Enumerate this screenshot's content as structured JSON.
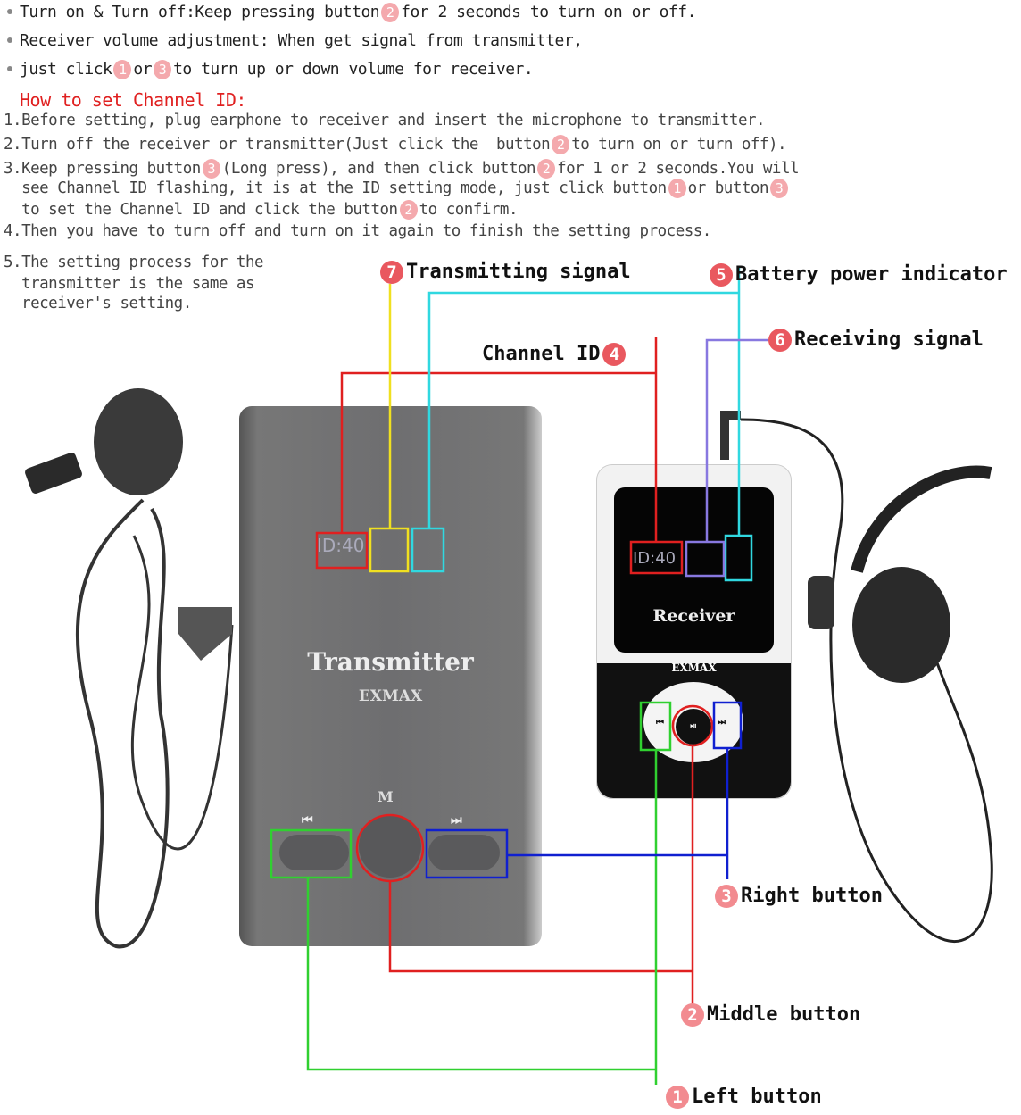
{
  "intro": [
    [
      {
        "t": "Turn on & Turn off:Keep pressing button"
      },
      {
        "b": "2"
      },
      {
        "t": "for 2 seconds to turn on or off."
      }
    ],
    [
      {
        "t": "Receiver volume adjustment: When get signal from transmitter,"
      }
    ],
    [
      {
        "t": "just click"
      },
      {
        "b": "1"
      },
      {
        "t": "or"
      },
      {
        "b": "3"
      },
      {
        "t": "to turn up or down volume for receiver."
      }
    ]
  ],
  "channel_title": "How to set Channel ID:",
  "steps": [
    [
      {
        "t": "1.Before setting, plug earphone to receiver and insert the microphone to transmitter."
      }
    ],
    [
      {
        "t": "2.Turn off the receiver or transmitter(Just click the  button"
      },
      {
        "b": "2"
      },
      {
        "t": "to turn on or turn off)."
      }
    ],
    [
      {
        "t": "3.Keep pressing button"
      },
      {
        "b": "3"
      },
      {
        "t": "(Long press), and then click button"
      },
      {
        "b": "2"
      },
      {
        "t": "for 1 or 2 seconds.You will"
      }
    ],
    [
      {
        "t": "  see Channel ID flashing, it is at the ID setting mode, just click button"
      },
      {
        "b": "1"
      },
      {
        "t": "or button"
      },
      {
        "b": "3"
      }
    ],
    [
      {
        "t": "  to set the Channel ID and click the button"
      },
      {
        "b": "2"
      },
      {
        "t": "to confirm."
      }
    ],
    [
      {
        "t": "4.Then you have to turn off and turn on it again to finish the setting process."
      }
    ],
    [
      {
        "t": "5.The setting process for the"
      }
    ],
    [
      {
        "t": "  transmitter is the same as"
      }
    ],
    [
      {
        "t": "  receiver's setting."
      }
    ]
  ],
  "labels": {
    "transmitting": {
      "num": "7",
      "text": "Transmitting signal"
    },
    "battery": {
      "num": "5",
      "text": "Battery power indicator"
    },
    "receiving": {
      "num": "6",
      "text": "Receiving signal"
    },
    "channel": {
      "num": "4",
      "text": "Channel ID"
    },
    "right": {
      "num": "3",
      "text": "Right button"
    },
    "middle": {
      "num": "2",
      "text": "Middle button"
    },
    "left": {
      "num": "1",
      "text": "Left button"
    }
  },
  "transmitter": {
    "name": "Transmitter",
    "brand": "EXMAX",
    "id": "ID:40",
    "m": "M",
    "prev": "⏮",
    "next": "⏭"
  },
  "receiver": {
    "name": "Receiver",
    "brand": "EXMAX",
    "id": "ID:40",
    "play": "⏯",
    "prev": "⏮",
    "next": "⏭"
  },
  "colors": {
    "red": "#e02020",
    "yellow": "#f0e020",
    "cyan": "#30d8e0",
    "purple": "#8878e0",
    "green": "#30d030",
    "blue": "#1020d0"
  }
}
